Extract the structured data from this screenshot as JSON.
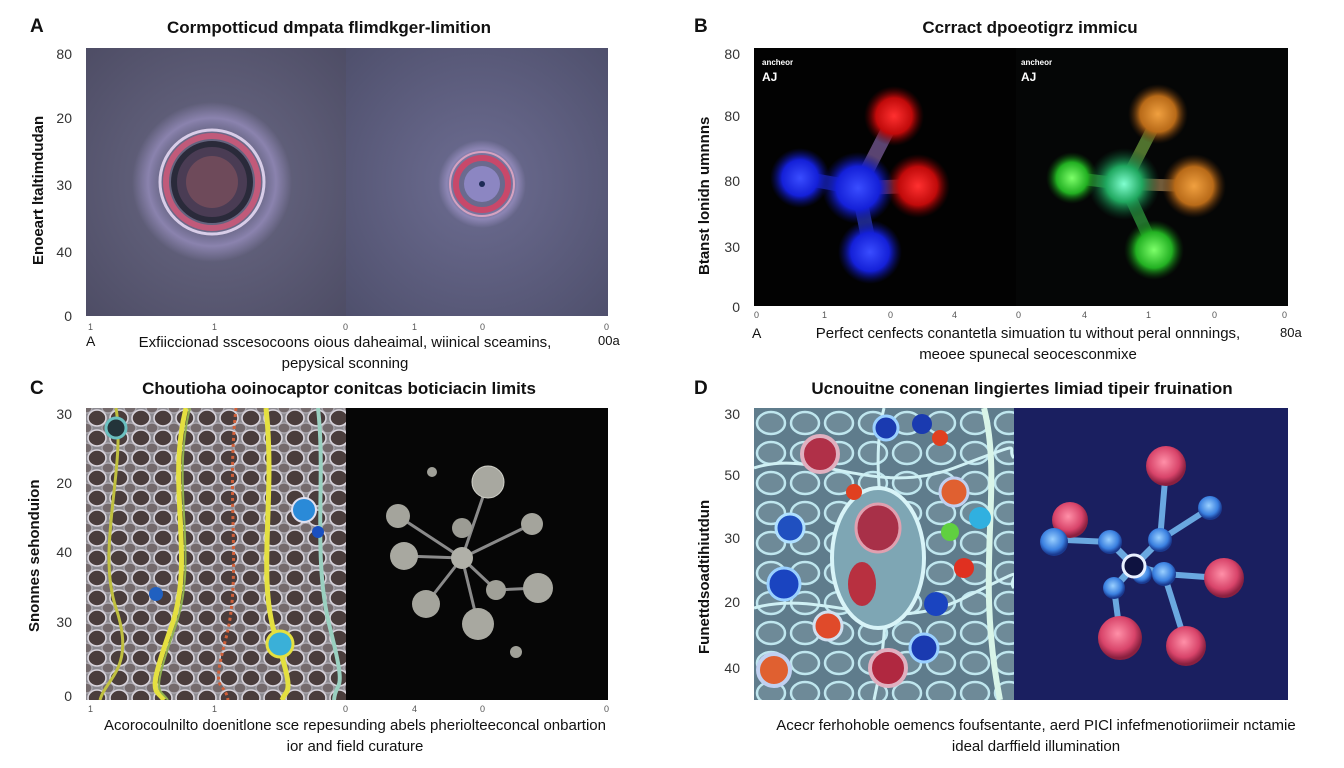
{
  "panels": [
    {
      "letter": "A",
      "title": "Cormpotticud dmpata flimdkger-limition",
      "ylabel": "Enoeart ltaltimdudan",
      "yticks": [
        "80",
        "20",
        "30",
        "40",
        "0"
      ],
      "xticks": [
        "1",
        "1",
        "0",
        "1",
        "0",
        "0"
      ],
      "left_label": "A",
      "right_label": "00a",
      "caption": [
        "Exfiiccionad sscesocoons oious daheaimal, wiinical sceamins,",
        "pepysical sconning"
      ]
    },
    {
      "letter": "B",
      "title": "Ccrract dpoeotigrz immicu",
      "ylabel": "Btanst lonidn umnnns",
      "yticks": [
        "80",
        "80",
        "80",
        "30",
        "0"
      ],
      "xticks": [
        "0",
        "1",
        "0",
        "4",
        "0",
        "4",
        "1",
        "0",
        "0"
      ],
      "inset_left": {
        "small": "ancheor",
        "big": "AJ"
      },
      "inset_right": {
        "small": "ancheor",
        "big": "AJ"
      },
      "left_label": "A",
      "right_label": "80a",
      "caption": [
        "Perfect cenfects conantetla simuation tu without peral onnnings,",
        "meoee spunecal seocesconmixe"
      ]
    },
    {
      "letter": "C",
      "title": "Choutioha ooinocaptor conitcas boticiacin limits",
      "ylabel": "Snonnes sehonduion",
      "yticks": [
        "30",
        "20",
        "40",
        "30",
        "0"
      ],
      "xticks": [
        "1",
        "1",
        "0",
        "4",
        "0",
        "0"
      ],
      "caption": [
        "Acorocoulnilto doenitlone sce repesunding abels pheriolteeconcal onbartion",
        "ior and field curature"
      ]
    },
    {
      "letter": "D",
      "title": "Ucnouitne conenan lingiertes limiad tipeir fruination",
      "ylabel": "Funettdsoadtihiutdun",
      "yticks": [
        "30",
        "50",
        "30",
        "20",
        "40"
      ],
      "xticks": [],
      "caption": [
        "Acecr ferhohoble oemencs foufsentante, aerd PICl infefmenotioriimeir nctamie",
        "ideal darffield illumination"
      ]
    }
  ]
}
